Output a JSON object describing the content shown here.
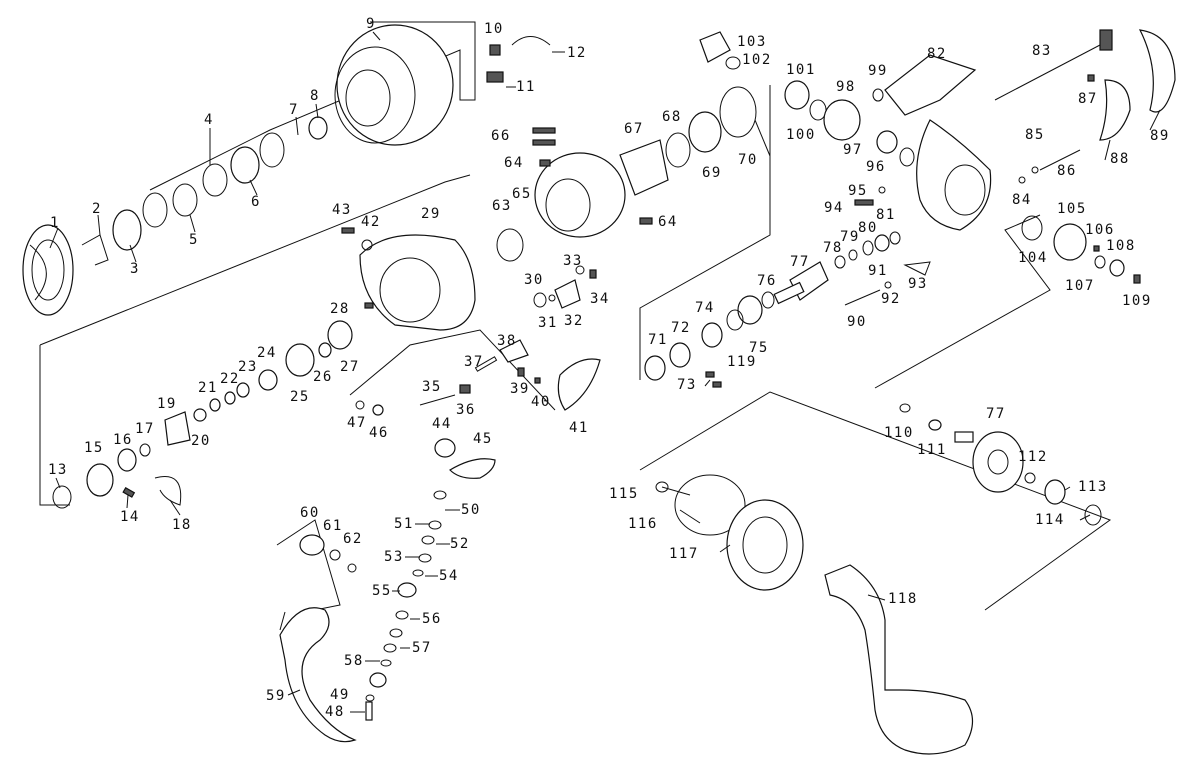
{
  "diagram": {
    "labels": [
      "1",
      "2",
      "3",
      "4",
      "5",
      "6",
      "7",
      "8",
      "9",
      "10",
      "11",
      "12",
      "13",
      "14",
      "15",
      "16",
      "17",
      "18",
      "19",
      "20",
      "21",
      "22",
      "23",
      "24",
      "25",
      "26",
      "27",
      "28",
      "29",
      "30",
      "31",
      "32",
      "33",
      "34",
      "35",
      "36",
      "37",
      "38",
      "39",
      "40",
      "41",
      "42",
      "43",
      "44",
      "45",
      "46",
      "47",
      "48",
      "49",
      "50",
      "51",
      "52",
      "53",
      "54",
      "55",
      "56",
      "57",
      "58",
      "59",
      "60",
      "61",
      "62",
      "63",
      "64",
      "65",
      "66",
      "67",
      "68",
      "69",
      "70",
      "71",
      "72",
      "73",
      "74",
      "75",
      "76",
      "77",
      "78",
      "79",
      "80",
      "81",
      "82",
      "83",
      "84",
      "85",
      "86",
      "87",
      "88",
      "89",
      "90",
      "91",
      "92",
      "93",
      "94",
      "95",
      "96",
      "97",
      "98",
      "99",
      "100",
      "101",
      "102",
      "103",
      "104",
      "105",
      "106",
      "107",
      "108",
      "109",
      "110",
      "111",
      "112",
      "113",
      "114",
      "115",
      "116",
      "117",
      "118",
      "119"
    ]
  }
}
